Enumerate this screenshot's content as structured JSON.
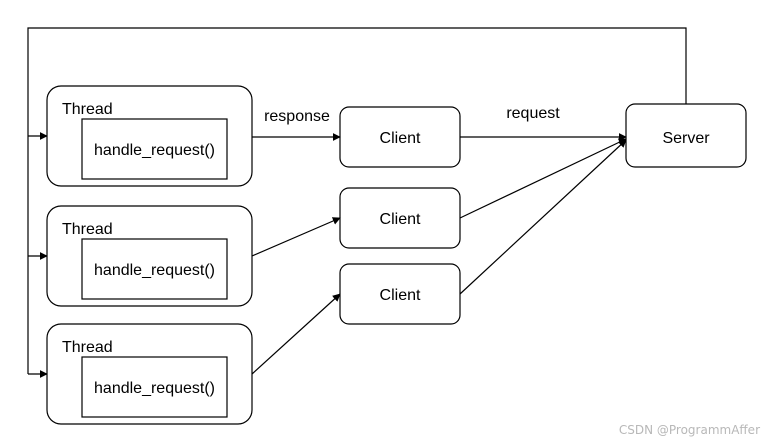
{
  "threads": [
    {
      "label": "Thread",
      "function": "handle_request()"
    },
    {
      "label": "Thread",
      "function": "handle_request()"
    },
    {
      "label": "Thread",
      "function": "handle_request()"
    }
  ],
  "clients": [
    {
      "label": "Client"
    },
    {
      "label": "Client"
    },
    {
      "label": "Client"
    }
  ],
  "server": {
    "label": "Server"
  },
  "edges": {
    "response_label": "response",
    "request_label": "request"
  },
  "watermark": "CSDN @ProgrammAffer"
}
